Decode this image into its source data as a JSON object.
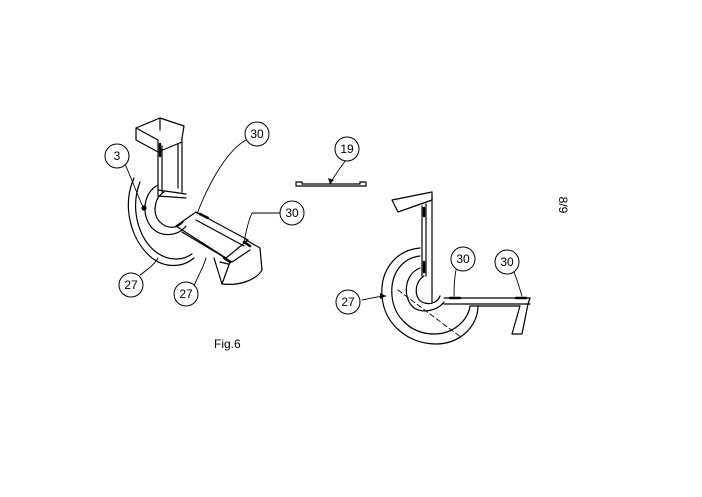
{
  "figure": {
    "caption": "Fig.6",
    "page_number": "8/9"
  },
  "left_view": {
    "callouts": [
      "3",
      "30",
      "30",
      "27",
      "27"
    ]
  },
  "middle_view": {
    "callouts": [
      "19"
    ]
  },
  "right_view": {
    "callouts": [
      "30",
      "30",
      "27"
    ]
  }
}
